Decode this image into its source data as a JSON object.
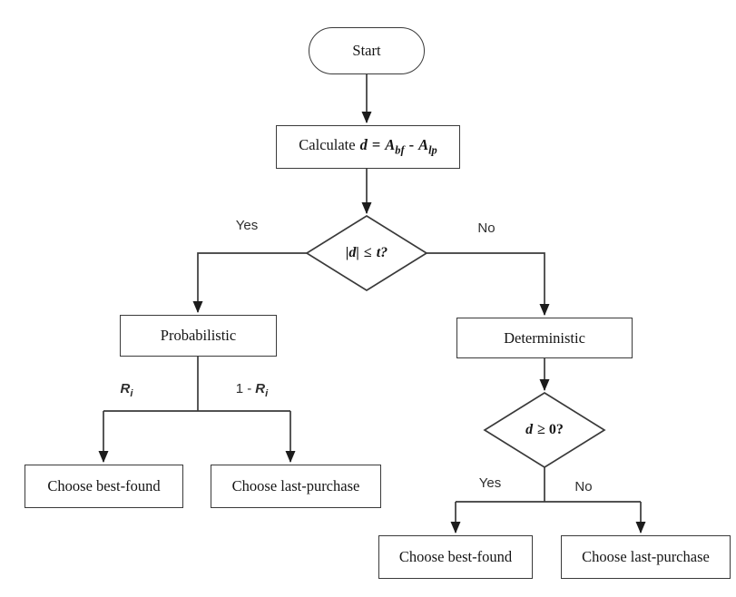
{
  "diagram_title": "Best-found vs last-purchase choice flowchart",
  "colors": {
    "background": "#ffffff",
    "line": "#3a3a3a",
    "arrow": "#1c1c1c",
    "text": "#151515"
  },
  "nodes": {
    "start": {
      "label": "Start"
    },
    "calculate": {
      "prefix": "Calculate",
      "d": "d",
      "eq": "=",
      "a1": "A",
      "sub1": "bf",
      "minus": "-",
      "a2": "A",
      "sub2": "lp"
    },
    "decision_threshold": {
      "lhs": "|d|",
      "op": "≤",
      "rhs": "t?"
    },
    "probabilistic": {
      "label": "Probabilistic"
    },
    "deterministic": {
      "label": "Deterministic"
    },
    "decision_sign": {
      "lhs": "d",
      "rhs": "≥ 0?"
    },
    "choose_best_prob": {
      "label": "Choose best-found"
    },
    "choose_last_prob": {
      "label": "Choose last-purchase"
    },
    "choose_best_det": {
      "label": "Choose best-found"
    },
    "choose_last_det": {
      "label": "Choose last-purchase"
    }
  },
  "edge_labels": {
    "yes_threshold": "Yes",
    "no_threshold": "No",
    "prob_r": {
      "base": "R",
      "sub": "i"
    },
    "prob_one_minus_r": {
      "prefix": "1 -",
      "base": "R",
      "sub": "i"
    },
    "yes_sign": "Yes",
    "no_sign": "No"
  }
}
